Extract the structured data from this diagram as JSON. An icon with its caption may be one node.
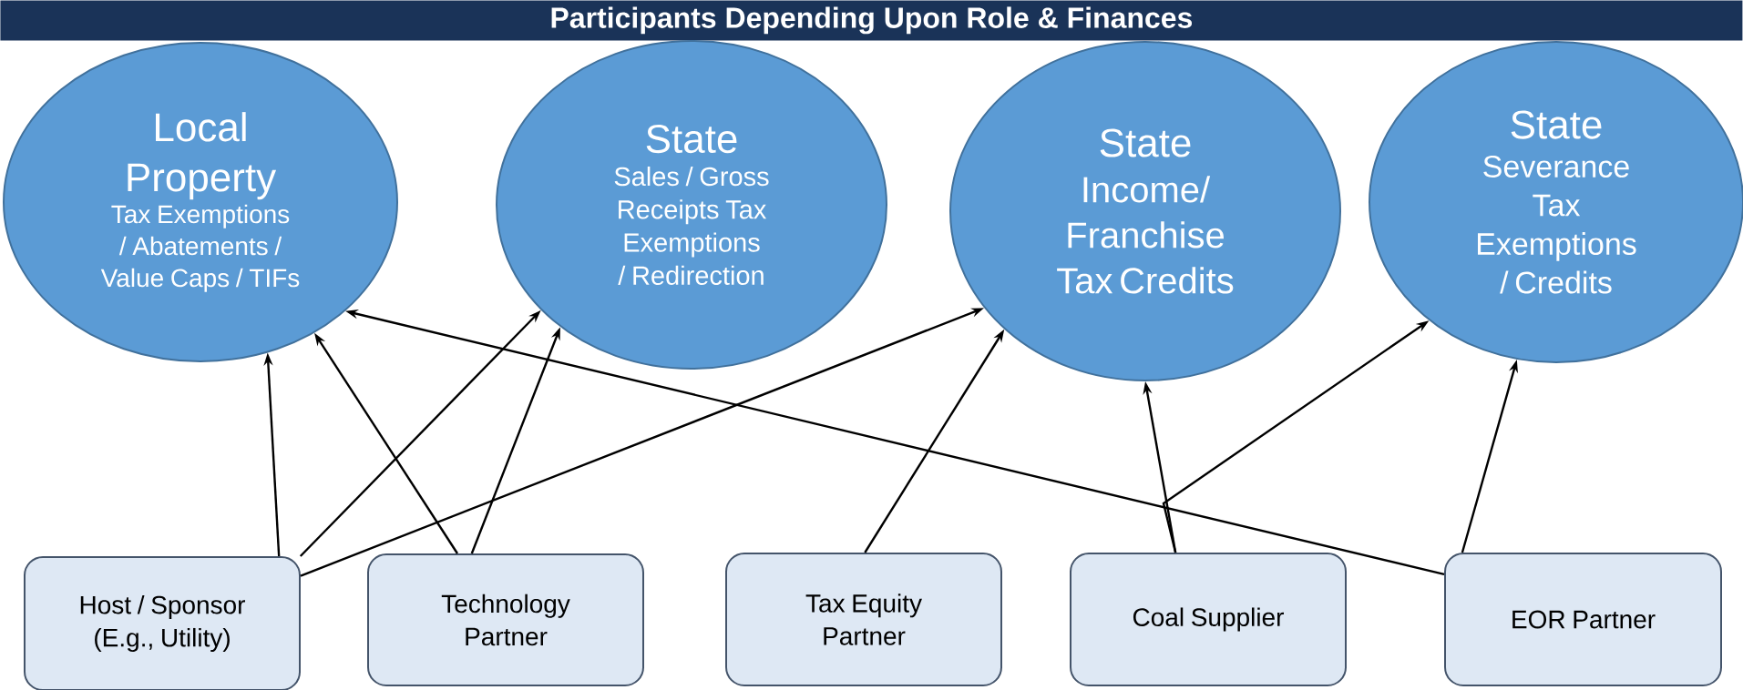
{
  "diagram": {
    "title": "Participants Depending Upon Role & Finances",
    "nodes": [
      {
        "text": [
          "Local Property",
          "Tax Exemptions / Abatements / Value Caps / TIFs"
        ]
      },
      {
        "text": [
          "State",
          "Sales / Gross Receipts Tax Exemptions / Redirection"
        ]
      },
      {
        "text": [
          "State",
          "Income/ Franchise Tax Credits"
        ]
      },
      {
        "text": [
          "State",
          "Severance Tax Exemptions / Credits"
        ]
      },
      {
        "text": [
          "Host / Sponsor (E.g., Utility)"
        ]
      },
      {
        "text": [
          "Technology Partner"
        ]
      },
      {
        "text": [
          "Tax Equity Partner"
        ]
      },
      {
        "text": [
          "Coal Supplier"
        ]
      },
      {
        "text": [
          "EOR Partner"
        ]
      }
    ],
    "edges": [
      {
        "from": 4,
        "to": 0,
        "arrow": "to"
      },
      {
        "from": 4,
        "to": 1,
        "arrow": "to"
      },
      {
        "from": 4,
        "to": 2,
        "arrow": "to"
      },
      {
        "from": 5,
        "to": 0,
        "arrow": "to"
      },
      {
        "from": 5,
        "to": 1,
        "arrow": "to"
      },
      {
        "from": 6,
        "to": 2,
        "arrow": "to"
      },
      {
        "from": 7,
        "to": 2,
        "arrow": "to"
      },
      {
        "from": 7,
        "to": 3,
        "arrow": "to"
      },
      {
        "from": 8,
        "to": 0,
        "arrow": "to"
      },
      {
        "from": 8,
        "to": 3,
        "arrow": "to"
      }
    ]
  }
}
